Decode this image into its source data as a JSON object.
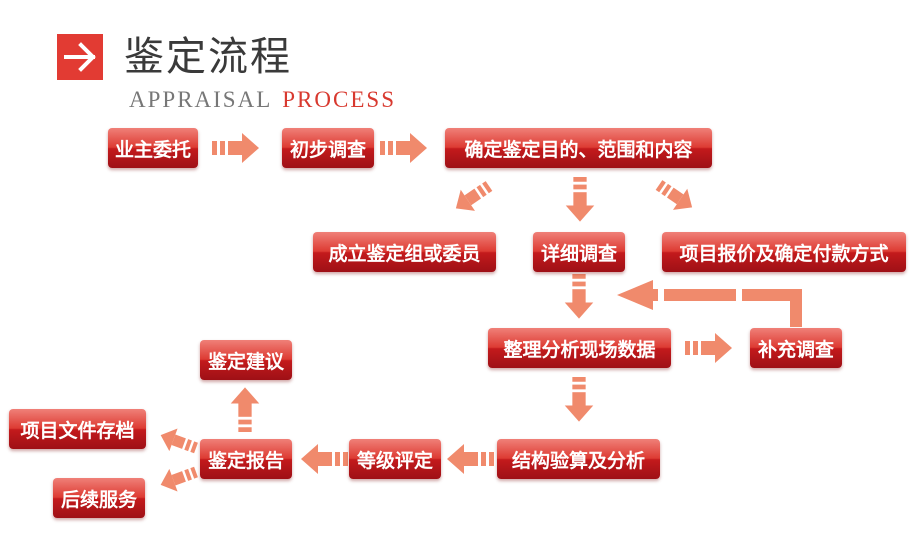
{
  "header": {
    "title": "鉴定流程",
    "subtitle_main": "APPRAISAL",
    "subtitle_accent": "PROCESS",
    "icon": "arrow-right-icon"
  },
  "colors": {
    "box_red": "#d7312b",
    "arrow_salmon": "#f08a6c",
    "header_red": "#e23b33"
  },
  "nodes": {
    "commission": "业主委托",
    "preliminary": "初步调查",
    "purpose": "确定鉴定目的、范围和内容",
    "team": "成立鉴定组或委员",
    "detailed": "详细调查",
    "quote": "项目报价及确定付款方式",
    "organize": "整理分析现场数据",
    "supplement": "补充调查",
    "structural": "结构验算及分析",
    "grading": "等级评定",
    "report": "鉴定报告",
    "suggestion": "鉴定建议",
    "archive": "项目文件存档",
    "after_service": "后续服务"
  }
}
